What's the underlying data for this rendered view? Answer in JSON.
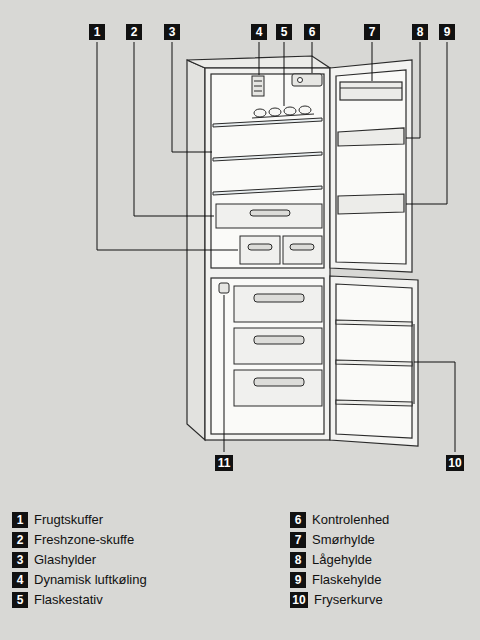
{
  "diagram": {
    "labels": [
      "1",
      "2",
      "3",
      "4",
      "5",
      "6",
      "7",
      "8",
      "9",
      "11",
      "10",
      "1",
      "Frugtskuffer",
      "2",
      "Freshzone-skuffe",
      "3",
      "Glashylder",
      "4",
      "Dynamisk luftkøling",
      "5",
      "Flaskestativ",
      "6",
      "Kontrolenhed",
      "7",
      "Smørhylde",
      "8",
      "Lågehylde",
      "9",
      "Flaskehylde",
      "10",
      "Fryserkurve"
    ]
  }
}
